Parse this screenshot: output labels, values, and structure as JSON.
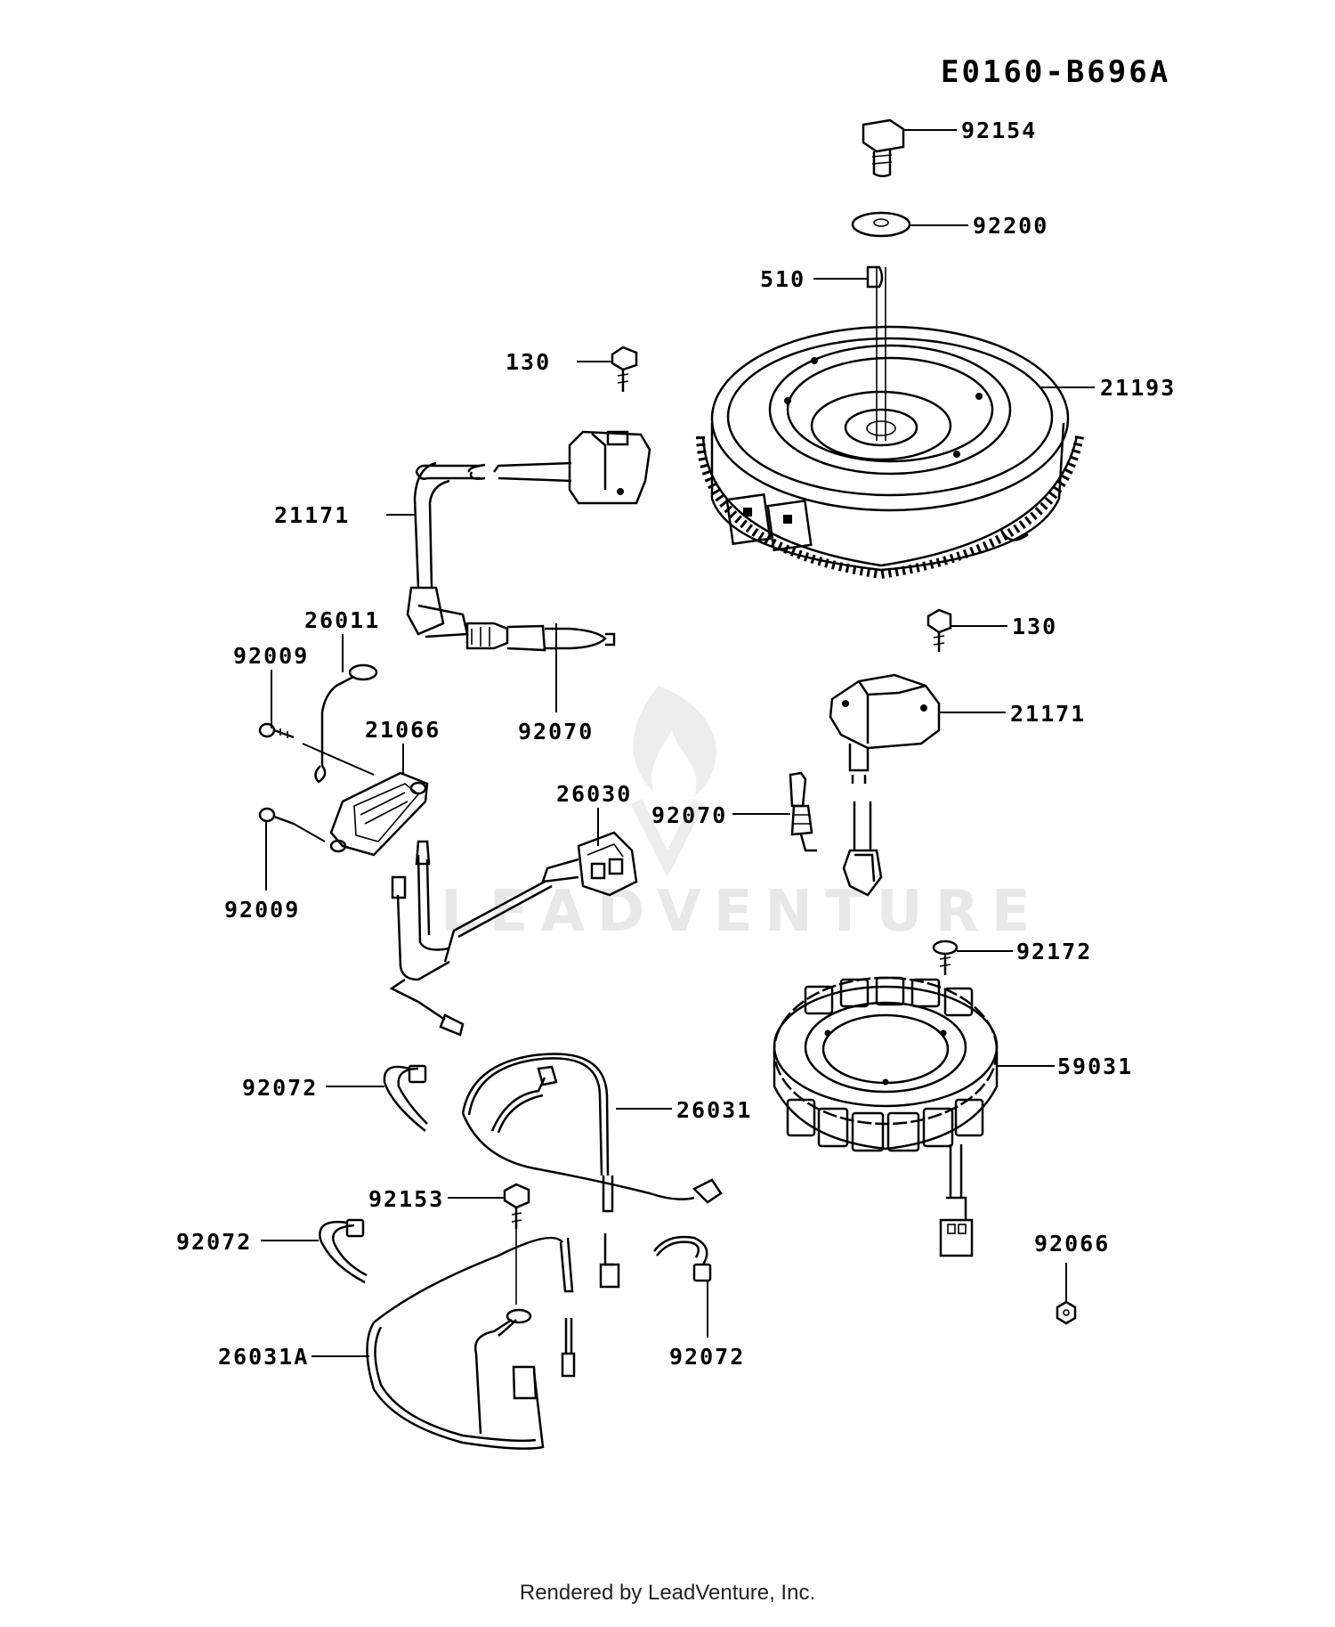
{
  "diagram_code": "E0160-B696A",
  "footer": "Rendered by LeadVenture, Inc.",
  "watermark": "LEADVENTURE",
  "callouts": {
    "c92154": "92154",
    "c92200": "92200",
    "c510": "510",
    "c21193": "21193",
    "c130a": "130",
    "c21171a": "21171",
    "c130b": "130",
    "c21171b": "21171",
    "c26011": "26011",
    "c92009a": "92009",
    "c21066": "21066",
    "c92070a": "92070",
    "c26030": "26030",
    "c92070b": "92070",
    "c92009b": "92009",
    "c92172": "92172",
    "c59031": "59031",
    "c92072a": "92072",
    "c26031": "26031",
    "c92153": "92153",
    "c92072b": "92072",
    "c92066": "92066",
    "c26031A": "26031A",
    "c92072c": "92072"
  }
}
